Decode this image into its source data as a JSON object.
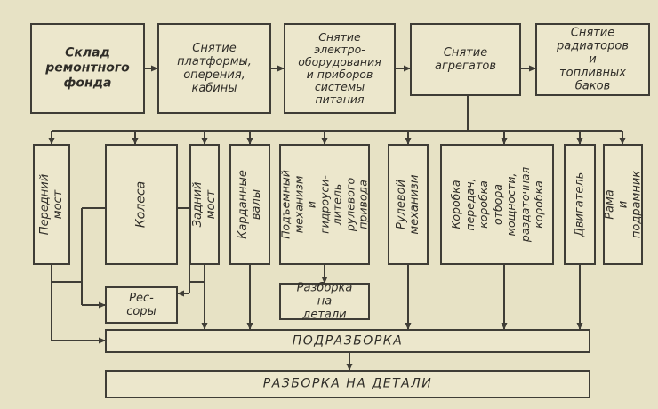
{
  "diagram": {
    "top_row": [
      {
        "id": "sklad",
        "label": "Склад\nремонтного\nфонда"
      },
      {
        "id": "platforma",
        "label": "Снятие\nплатформы,\nоперения,\nкабины"
      },
      {
        "id": "elektro",
        "label": "Снятие\nэлектро-\nоборудования\nи приборов\nсистемы\nпитания"
      },
      {
        "id": "agregaty",
        "label": "Снятие\nагрегатов"
      },
      {
        "id": "radiatory",
        "label": "Снятие\nрадиаторов\nи топливных\nбаков"
      }
    ],
    "units": [
      {
        "id": "peredniy-most",
        "label": "Передний\nмост"
      },
      {
        "id": "kolesa",
        "label": "Колеса"
      },
      {
        "id": "zadniy-most",
        "label": "Задний мост"
      },
      {
        "id": "kardannye-valy",
        "label": "Карданные\nвалы"
      },
      {
        "id": "podemnyi",
        "label": "Подъемный\nмеханизм\nи гидроуси-\nлитель\nрулевого\nпривода"
      },
      {
        "id": "rulevoy",
        "label": "Рулевой\nмеханизм"
      },
      {
        "id": "korobka",
        "label": "Коробка\nпередач,\nкоробка\nотбора\nмощности,\nраздаточная\nкоробка"
      },
      {
        "id": "dvigatel",
        "label": "Двигатель"
      },
      {
        "id": "rama",
        "label": "Рама\nи подрамник"
      }
    ],
    "ressory": "Рес-\nсоры",
    "razborka_mid": "Разборка\nна детали",
    "podrazborka": "ПОДРАЗБОРКА",
    "razborka_final": "РАЗБОРКА НА ДЕТАЛИ"
  }
}
